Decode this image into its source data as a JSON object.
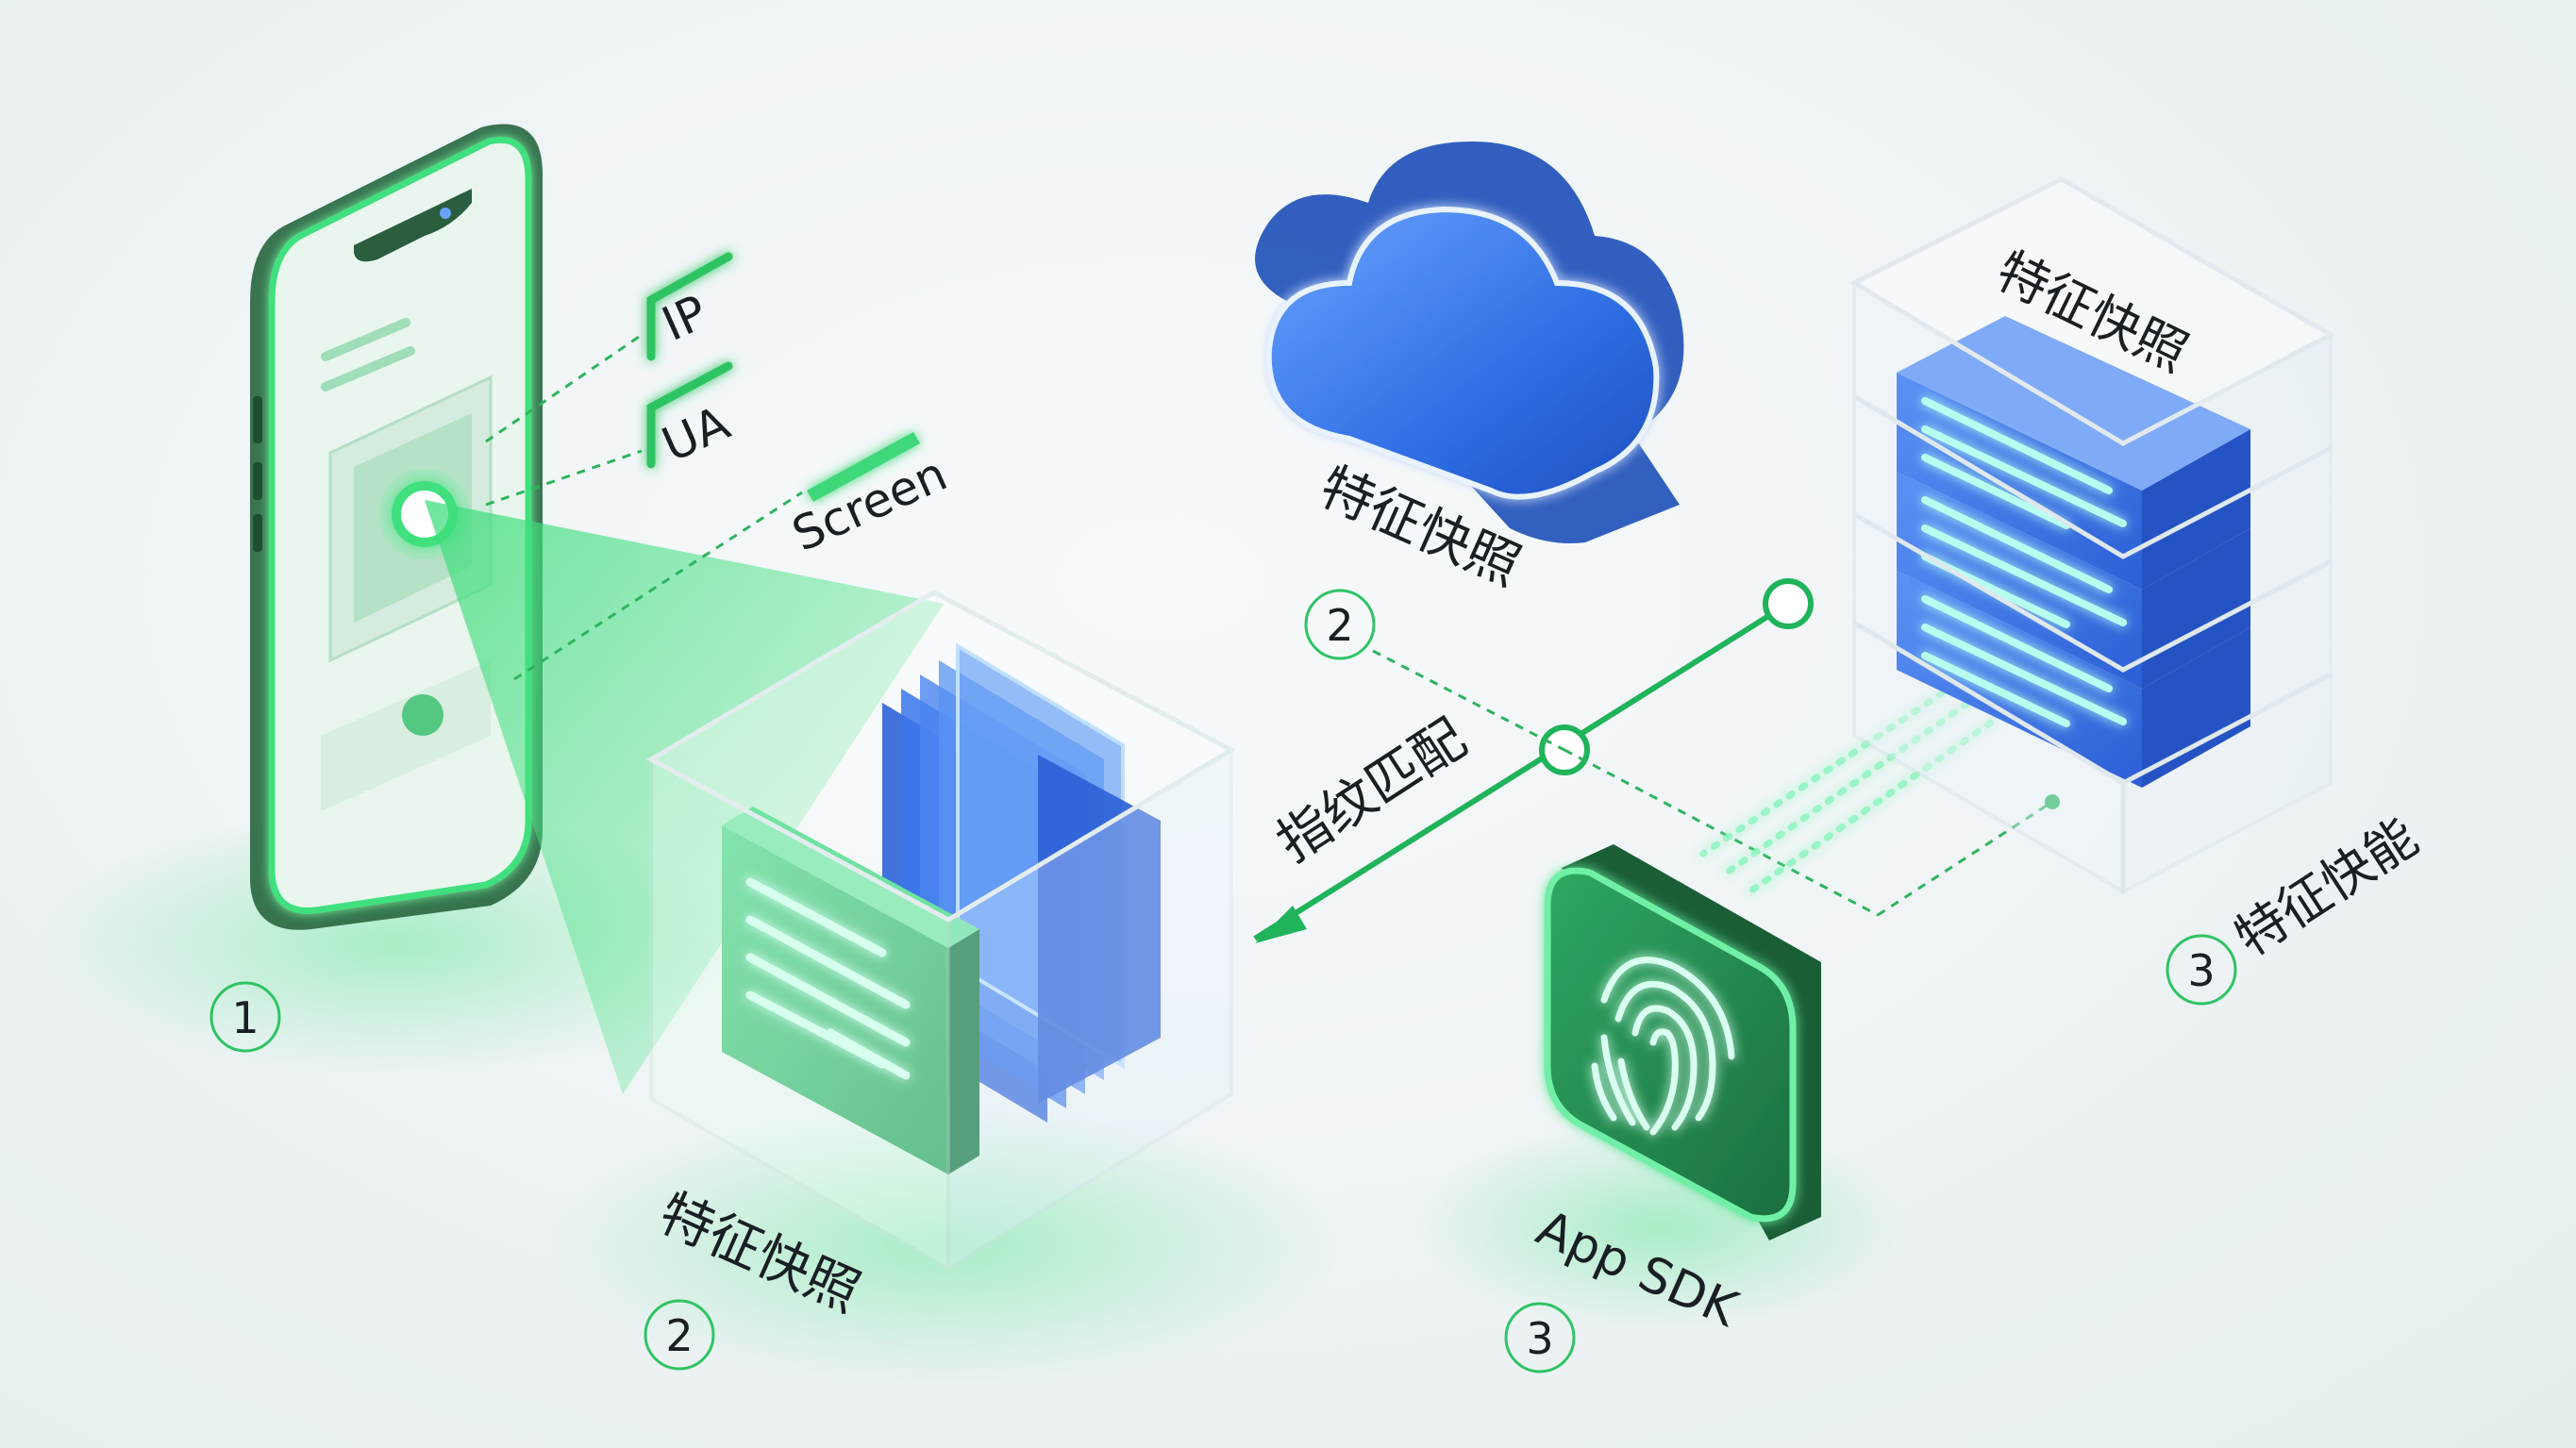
{
  "phone": {
    "labels": {
      "ip": "IP",
      "ua": "UA",
      "screen": "Screen"
    },
    "step": "1"
  },
  "cube": {
    "label": "特征快照",
    "step": "2"
  },
  "cloud": {
    "label": "特征快照",
    "step": "2"
  },
  "arrow": {
    "label": "指纹匹配"
  },
  "sdk": {
    "label": "App SDK",
    "step": "3"
  },
  "server": {
    "top_label": "特征快照",
    "side_label": "特征快能",
    "step": "3"
  },
  "colors": {
    "green": "#22c55e",
    "dark_green": "#2e7d4f",
    "blue": "#2f6fe4",
    "line_green": "#1fb35a"
  }
}
